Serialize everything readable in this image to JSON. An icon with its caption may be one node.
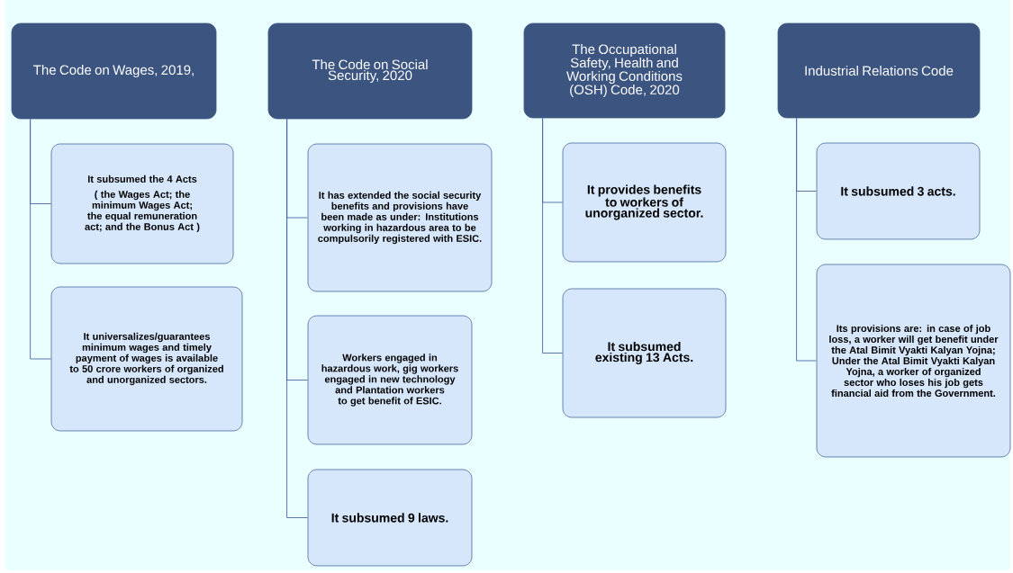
{
  "diagram": {
    "nodes": [
      {
        "text": [
          "The Code on Wages, 2019,"
        ]
      },
      {
        "text": [
          "It subsumed the 4 Acts",
          "( the Wages Act; the minimum Wages Act; the equal remuneration act; and the Bonus Act )"
        ]
      },
      {
        "text": [
          "It universalizes/guarantees minimum wages and timely payment of wages is available to 50 crore workers of organized and unorganized sectors."
        ]
      },
      {
        "text": [
          "The Code on Social Security, 2020"
        ]
      },
      {
        "text": [
          "It has extended the social security benefits and provisions have been made as under: Institutions working in hazardous area to be compulsorily registered with ESIC."
        ]
      },
      {
        "text": [
          "Workers engaged in hazardous work, gig workers engaged in new technology and Plantation workers to get benefit of ESIC."
        ]
      },
      {
        "text": [
          "It subsumed 9 laws."
        ]
      },
      {
        "text": [
          "The Occupational Safety, Health and Working Conditions (OSH) Code, 2020"
        ]
      },
      {
        "text": [
          "It provides benefits to workers of unorganized sector."
        ]
      },
      {
        "text": [
          "It subsumed existing 13 Acts."
        ]
      },
      {
        "text": [
          "Industrial Relations Code"
        ]
      },
      {
        "text": [
          "It subsumed 3 acts."
        ]
      },
      {
        "text": [
          "Its provisions are: in case of job loss, a worker will get benefit under the Atal Bimit Vyakti Kalyan Yojna; Under the Atal Bimit Vyakti Kalyan Yojna, a worker of organized sector who loses his job gets financial aid from the Government."
        ]
      }
    ],
    "edges": [
      {
        "from": 0,
        "to": 1,
        "arrow": "none"
      },
      {
        "from": 0,
        "to": 2,
        "arrow": "none"
      },
      {
        "from": 3,
        "to": 4,
        "arrow": "none"
      },
      {
        "from": 3,
        "to": 5,
        "arrow": "none"
      },
      {
        "from": 3,
        "to": 6,
        "arrow": "none"
      },
      {
        "from": 7,
        "to": 8,
        "arrow": "none"
      },
      {
        "from": 7,
        "to": 9,
        "arrow": "none"
      },
      {
        "from": 10,
        "to": 11,
        "arrow": "none"
      },
      {
        "from": 10,
        "to": 12,
        "arrow": "none"
      }
    ]
  }
}
